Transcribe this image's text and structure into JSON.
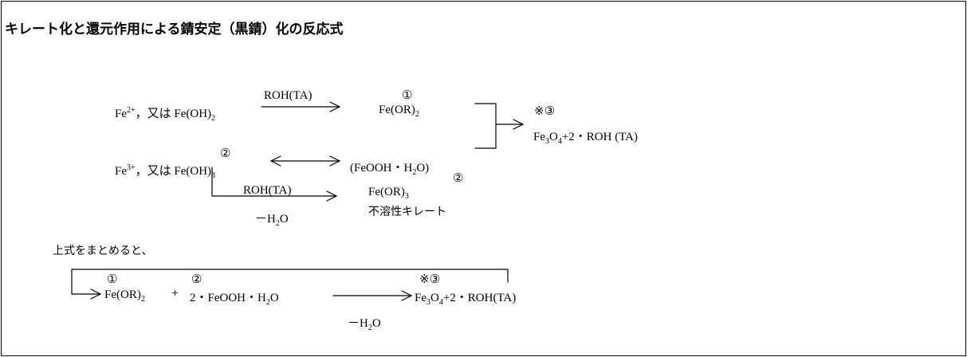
{
  "title": "キレート化と還元作用による錆安定（黒錆）化の反応式",
  "top": {
    "fe2_prefix": "Fe",
    "fe2_charge": "2+",
    "fe2_or": "，又は Fe(OH)",
    "fe2_sub": "2",
    "arrow1_label": "ROH(TA)",
    "marker1": "①",
    "feor2_main": "Fe(OR)",
    "feor2_sub": "2",
    "marker3": "※③",
    "product_pre": "Fe",
    "product_sub1": "3",
    "product_mid": "O",
    "product_sub2": "4",
    "product_post": "+2・ROH (TA)",
    "marker2a": "②",
    "fe3_prefix": "Fe",
    "fe3_charge": "3+",
    "fe3_or": "，又は Fe(OH)",
    "fe3_sub": "3",
    "feooh_pre": "(FeOOH・H",
    "feooh_sub": "2",
    "feooh_post": "O)",
    "marker2b": "②",
    "branch_top_label": "ROH(TA)",
    "branch_bottom_pre": "－H",
    "branch_bottom_sub": "2",
    "branch_bottom_post": "O",
    "feor3_main": "Fe(OR)",
    "feor3_sub": "3",
    "insoluble_chelate": "不溶性キレート"
  },
  "summary": {
    "intro": "上式をまとめると、",
    "marker1": "①",
    "marker2": "②",
    "marker3": "※③",
    "reactant1_main": "Fe(OR)",
    "reactant1_sub": "2",
    "plus": "+",
    "reactant2_pre": "2・FeOOH・H",
    "reactant2_sub": "2",
    "reactant2_post": "O",
    "product_pre": "Fe",
    "product_sub1": "3",
    "product_mid": "O",
    "product_sub2": "4",
    "product_post": "+2・ROH(TA)",
    "below_pre": "－H",
    "below_sub": "2",
    "below_post": "O"
  }
}
